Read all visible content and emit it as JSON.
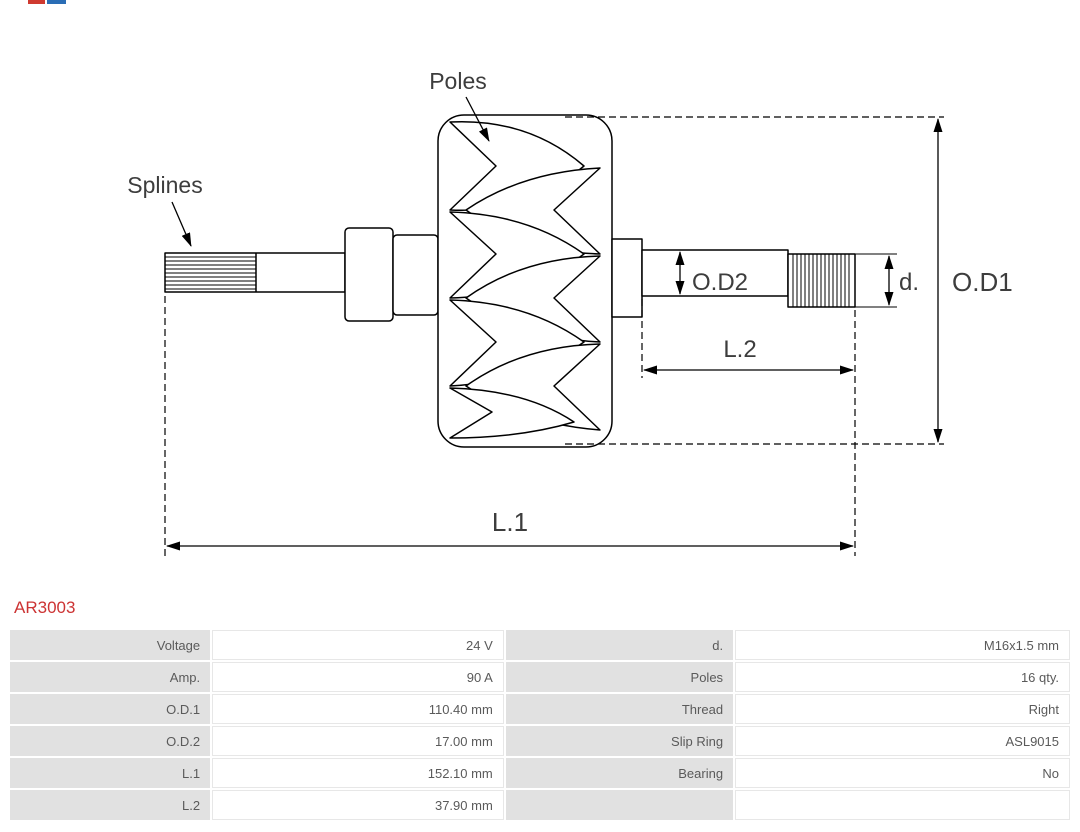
{
  "product_code": "AR3003",
  "diagram": {
    "callouts": {
      "poles": "Poles",
      "splines": "Splines"
    },
    "dimensions": {
      "od1": "O.D1",
      "od2": "O.D2",
      "d": "d.",
      "l1": "L.1",
      "l2": "L.2"
    }
  },
  "table": {
    "rows": [
      [
        "Voltage",
        "24 V",
        "d.",
        "M16x1.5 mm"
      ],
      [
        "Amp.",
        "90 A",
        "Poles",
        "16 qty."
      ],
      [
        "O.D.1",
        "110.40 mm",
        "Thread",
        "Right"
      ],
      [
        "O.D.2",
        "17.00 mm",
        "Slip Ring",
        "ASL9015"
      ],
      [
        "L.1",
        "152.10 mm",
        "Bearing",
        "No"
      ],
      [
        "L.2",
        "37.90 mm",
        "",
        ""
      ]
    ]
  },
  "colors": {
    "accent_red": "#cc3333",
    "label_cell_bg": "#e1e1e1",
    "value_cell_border": "#e7e7e7",
    "line_color": "#000000"
  }
}
